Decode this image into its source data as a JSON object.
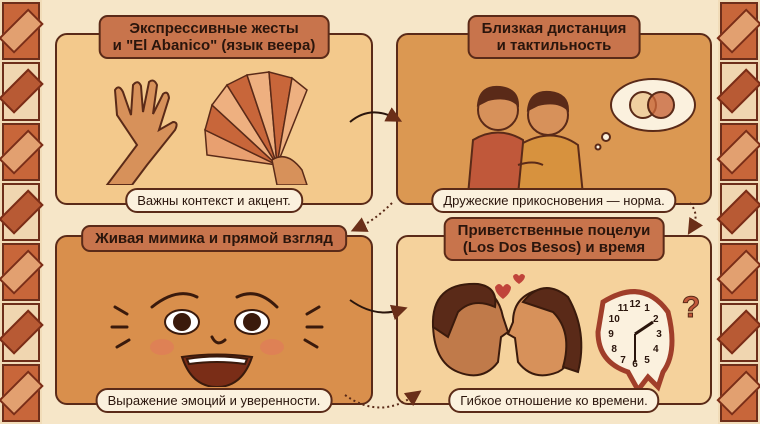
{
  "panels": [
    {
      "title_line1": "Экспрессивные жесты",
      "title_line2": "и \"El Abanico\" (язык веера)",
      "caption": "Важны контекст и акцент."
    },
    {
      "title_line1": "Близкая дистанция",
      "title_line2": "и тактильность",
      "caption": "Дружеские прикосновения — норма."
    },
    {
      "title_line1": "Живая мимика и прямой взгляд",
      "caption": "Выражение эмоций и уверенности."
    },
    {
      "title_line1": "Приветственные поцелуи",
      "title_line2": "(Los Dos Besos) и время",
      "caption": "Гибкое отношение ко времени."
    }
  ],
  "clock_numbers": [
    "12",
    "1",
    "2",
    "3",
    "4",
    "5",
    "6",
    "7",
    "8",
    "9",
    "10",
    "11"
  ],
  "colors": {
    "background": "#f6e6c8",
    "outline": "#5a2a18",
    "tab": "#c8744c",
    "arrow": "#6a2e18"
  }
}
